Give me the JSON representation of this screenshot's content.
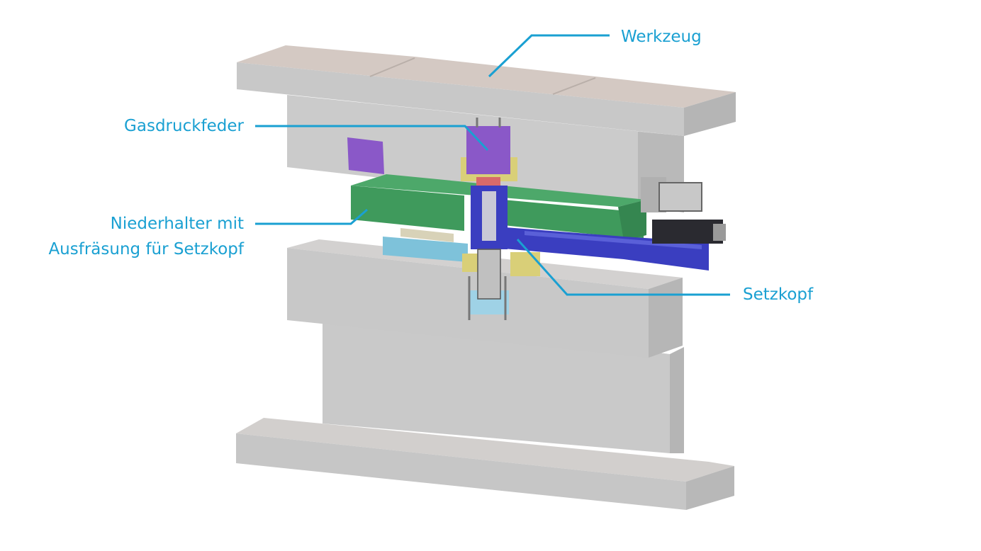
{
  "colors": {
    "accent": "#1aa0d2",
    "gray_top": "#d6d4d3",
    "gray_front": "#c8c8c8",
    "gray_side": "#bdbdbd",
    "green": "#3f9a5c",
    "purple": "#8a58c8",
    "blue": "#3a3ec0",
    "light_blue": "#7ec2da",
    "yellow": "#d9cf78"
  },
  "labels": {
    "werkzeug": "Werkzeug",
    "gasdruckfeder": "Gasdruckfeder",
    "niederhalter_line1": "Niederhalter mit",
    "niederhalter_line2": "Ausfräsung für Setzkopf",
    "setzkopf": "Setzkopf"
  }
}
